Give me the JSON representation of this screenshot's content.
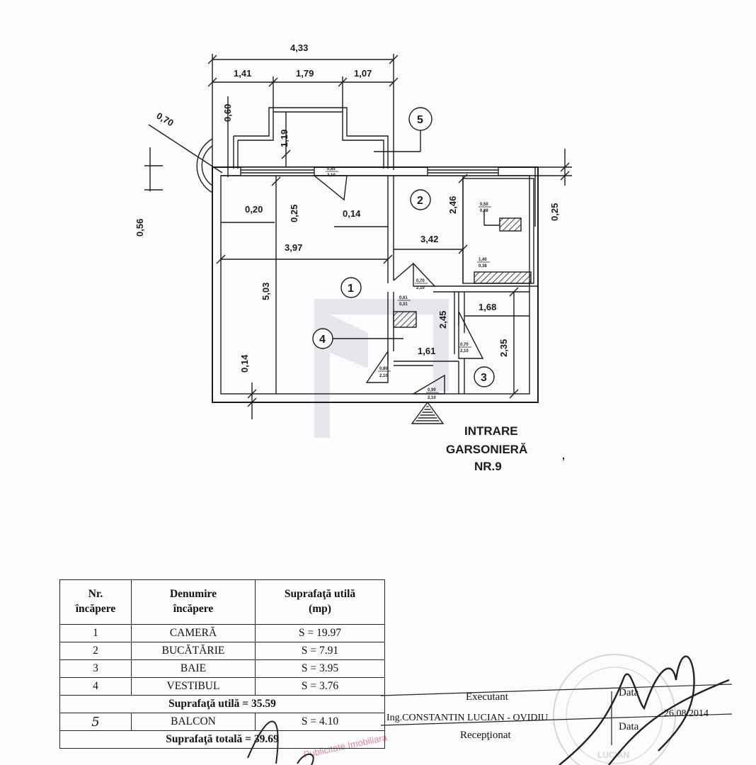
{
  "plan": {
    "dimensions": {
      "overall_width": "4,33",
      "segment_left": "1,41",
      "segment_middle": "1,79",
      "segment_right": "1,07",
      "bay_top_height": "0,60",
      "bay_depth": "1,19",
      "balcony_radius": "0,70",
      "balcony_side": "0,56",
      "wall_left": "0,20",
      "wall_top_left": "0,25",
      "wall_partition": "0,14",
      "wall_right": "0,25",
      "room1_width": "3,97",
      "room1_depth": "5,03",
      "wall_bottom": "0,14",
      "room2_width": "3,42",
      "room2_depth": "2,46",
      "room3_width": "1,68",
      "room3_depth": "2,35",
      "room4_depth": "2,45",
      "room4_width": "1,61"
    },
    "door_labels": {
      "balcony_door": [
        "0,85",
        "2,10"
      ],
      "kitchen_window": [
        "0,50",
        "0,38"
      ],
      "kitchen_counter": [
        "1,40",
        "0,38"
      ],
      "kitchen_door": [
        "0,70",
        "2,10"
      ],
      "closet": [
        "0,61",
        "0,31"
      ],
      "bath_door": [
        "0,70",
        "2,10"
      ],
      "room_door": [
        "0,80",
        "2,10"
      ],
      "entry_door": [
        "0,90",
        "2,10"
      ]
    },
    "room_markers": [
      "1",
      "2",
      "3",
      "4",
      "5"
    ],
    "entrance_label": [
      "INTRARE",
      "GARSONIERĂ",
      "NR.9"
    ]
  },
  "table": {
    "headers": [
      "Nr.\nîncăpere",
      "Denumire\nîncăpere",
      "Suprafaţă utilă\n(mp)"
    ],
    "rows": [
      {
        "nr": "1",
        "name": "CAMERĂ",
        "area": "S  = 19.97"
      },
      {
        "nr": "2",
        "name": "BUCĂTĂRIE",
        "area": "S  =   7.91"
      },
      {
        "nr": "3",
        "name": "BAIE",
        "area": "S  =   3.95"
      },
      {
        "nr": "4",
        "name": "VESTIBUL",
        "area": "S  =   3.76"
      }
    ],
    "util_total": "Suprafaţă utilă = 35.59",
    "balcony_row": {
      "nr": "5",
      "name": "BALCON",
      "area": "S  =   4.10"
    },
    "grand_total": "Suprafaţă totală = 39.69"
  },
  "signatures": {
    "executant_label": "Executant",
    "executant_name": "Ing.CONSTANTIN LUCIAN - OVIDIU",
    "date_label": "Data",
    "date_value": "26.08.2014",
    "receptionat_label": "Recepţionat",
    "date_label_2": "Data"
  },
  "stamp_text": "Publicitate Imobiliara",
  "stamp_fragment": "LUCIAN"
}
